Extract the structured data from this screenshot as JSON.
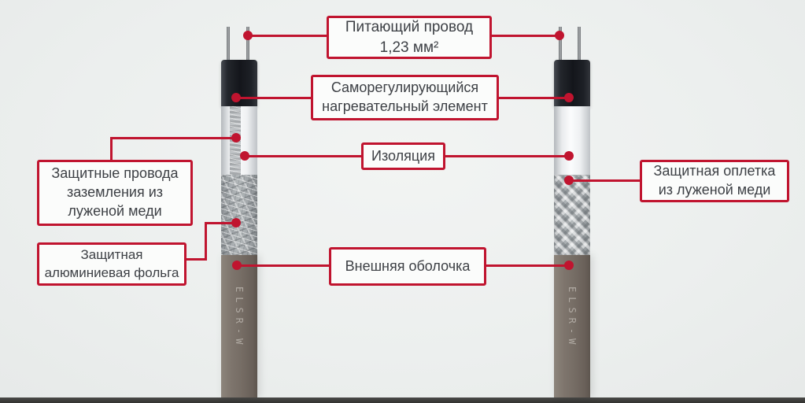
{
  "labels": {
    "power_wire_line1": "Питающий провод",
    "power_wire_line2": "1,23 мм²",
    "heating_element": "Саморегулирующийся нагревательный элемент",
    "insulation": "Изоляция",
    "ground_wires": "Защитные провода заземления из луженой меди",
    "foil": "Защитная алюминиевая фольга",
    "outer_sheath": "Внешняя оболочка",
    "braid": "Защитная оплетка из луженой меди"
  },
  "cables": {
    "left_marking": "ELSR-W",
    "right_marking": "ELSR-W"
  },
  "colors": {
    "accent_red": "#c0142f",
    "background": "#edefee",
    "sheath_brown": "#756c64",
    "heating_element_black": "#14161b",
    "label_text": "#3d4045"
  }
}
